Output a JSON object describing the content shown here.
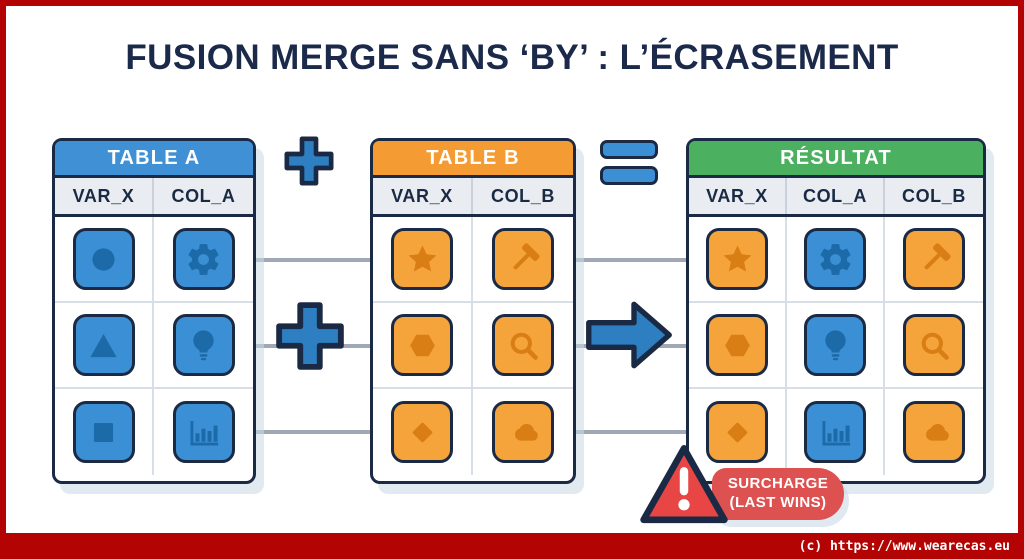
{
  "title": "FUSION MERGE SANS ‘BY’ : L’ÉCRASEMENT",
  "operators": {
    "plus_top": "+",
    "plus_middle": "+",
    "equals": "=",
    "arrow_right": "→"
  },
  "tables": [
    {
      "id": "table-a",
      "title": "TABLE A",
      "header_color": "#3f90d4",
      "columns": [
        "VAR_X",
        "COL_A"
      ],
      "rows": [
        [
          {
            "icon": "circle",
            "theme": "blue"
          },
          {
            "icon": "gear",
            "theme": "blue"
          }
        ],
        [
          {
            "icon": "triangle",
            "theme": "blue"
          },
          {
            "icon": "bulb",
            "theme": "blue"
          }
        ],
        [
          {
            "icon": "square",
            "theme": "blue"
          },
          {
            "icon": "bar-chart",
            "theme": "blue"
          }
        ]
      ]
    },
    {
      "id": "table-b",
      "title": "TABLE B",
      "header_color": "#f49b33",
      "columns": [
        "VAR_X",
        "COL_B"
      ],
      "rows": [
        [
          {
            "icon": "star",
            "theme": "orange"
          },
          {
            "icon": "hammer",
            "theme": "orange"
          }
        ],
        [
          {
            "icon": "hexagon",
            "theme": "orange"
          },
          {
            "icon": "magnifier",
            "theme": "orange"
          }
        ],
        [
          {
            "icon": "diamond",
            "theme": "orange"
          },
          {
            "icon": "cloud",
            "theme": "orange"
          }
        ]
      ]
    },
    {
      "id": "table-result",
      "title": "RÉSULTAT",
      "header_color": "#4cb061",
      "columns": [
        "VAR_X",
        "COL_A",
        "COL_B"
      ],
      "rows": [
        [
          {
            "icon": "star",
            "theme": "orange"
          },
          {
            "icon": "gear",
            "theme": "blue"
          },
          {
            "icon": "hammer",
            "theme": "orange"
          }
        ],
        [
          {
            "icon": "hexagon",
            "theme": "orange"
          },
          {
            "icon": "bulb",
            "theme": "blue"
          },
          {
            "icon": "magnifier",
            "theme": "orange"
          }
        ],
        [
          {
            "icon": "diamond",
            "theme": "orange"
          },
          {
            "icon": "bar-chart",
            "theme": "blue"
          },
          {
            "icon": "cloud",
            "theme": "orange"
          }
        ]
      ]
    }
  ],
  "warning": {
    "line1": "SURCHARGE",
    "line2": "(LAST WINS)"
  },
  "footer": {
    "copyright": "(c) https://www.wearecas.eu"
  },
  "colors": {
    "navy": "#1b2a44",
    "blue_tile": "#3b8fd4",
    "blue_glyph": "#1d6aa8",
    "orange_tile": "#f5a43b",
    "orange_glyph": "#d97e14",
    "frame_red": "#b30303",
    "connector_gray": "#9fa8b4",
    "badge_red": "#dd5151",
    "triangle_red": "#e84545"
  }
}
